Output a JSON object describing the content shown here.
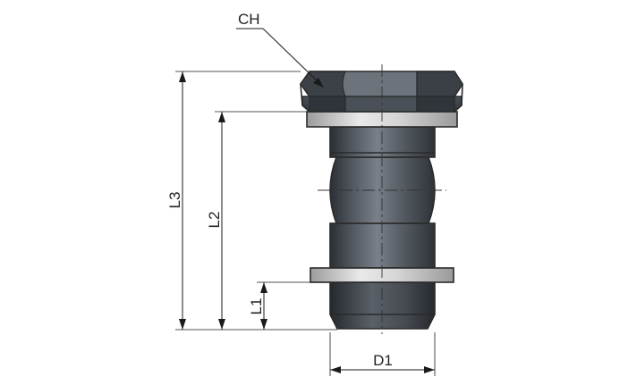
{
  "labels": {
    "ch": "CH",
    "l3": "L3",
    "l2": "L2",
    "l1": "L1",
    "d1": "D1"
  },
  "colors": {
    "body_dark": "#3a3f46",
    "body_mid": "#5b616a",
    "body_light": "#7d838b",
    "washer_light": "#e2e2e2",
    "washer_mid": "#b8b8b8",
    "line": "#1a1a1a"
  }
}
